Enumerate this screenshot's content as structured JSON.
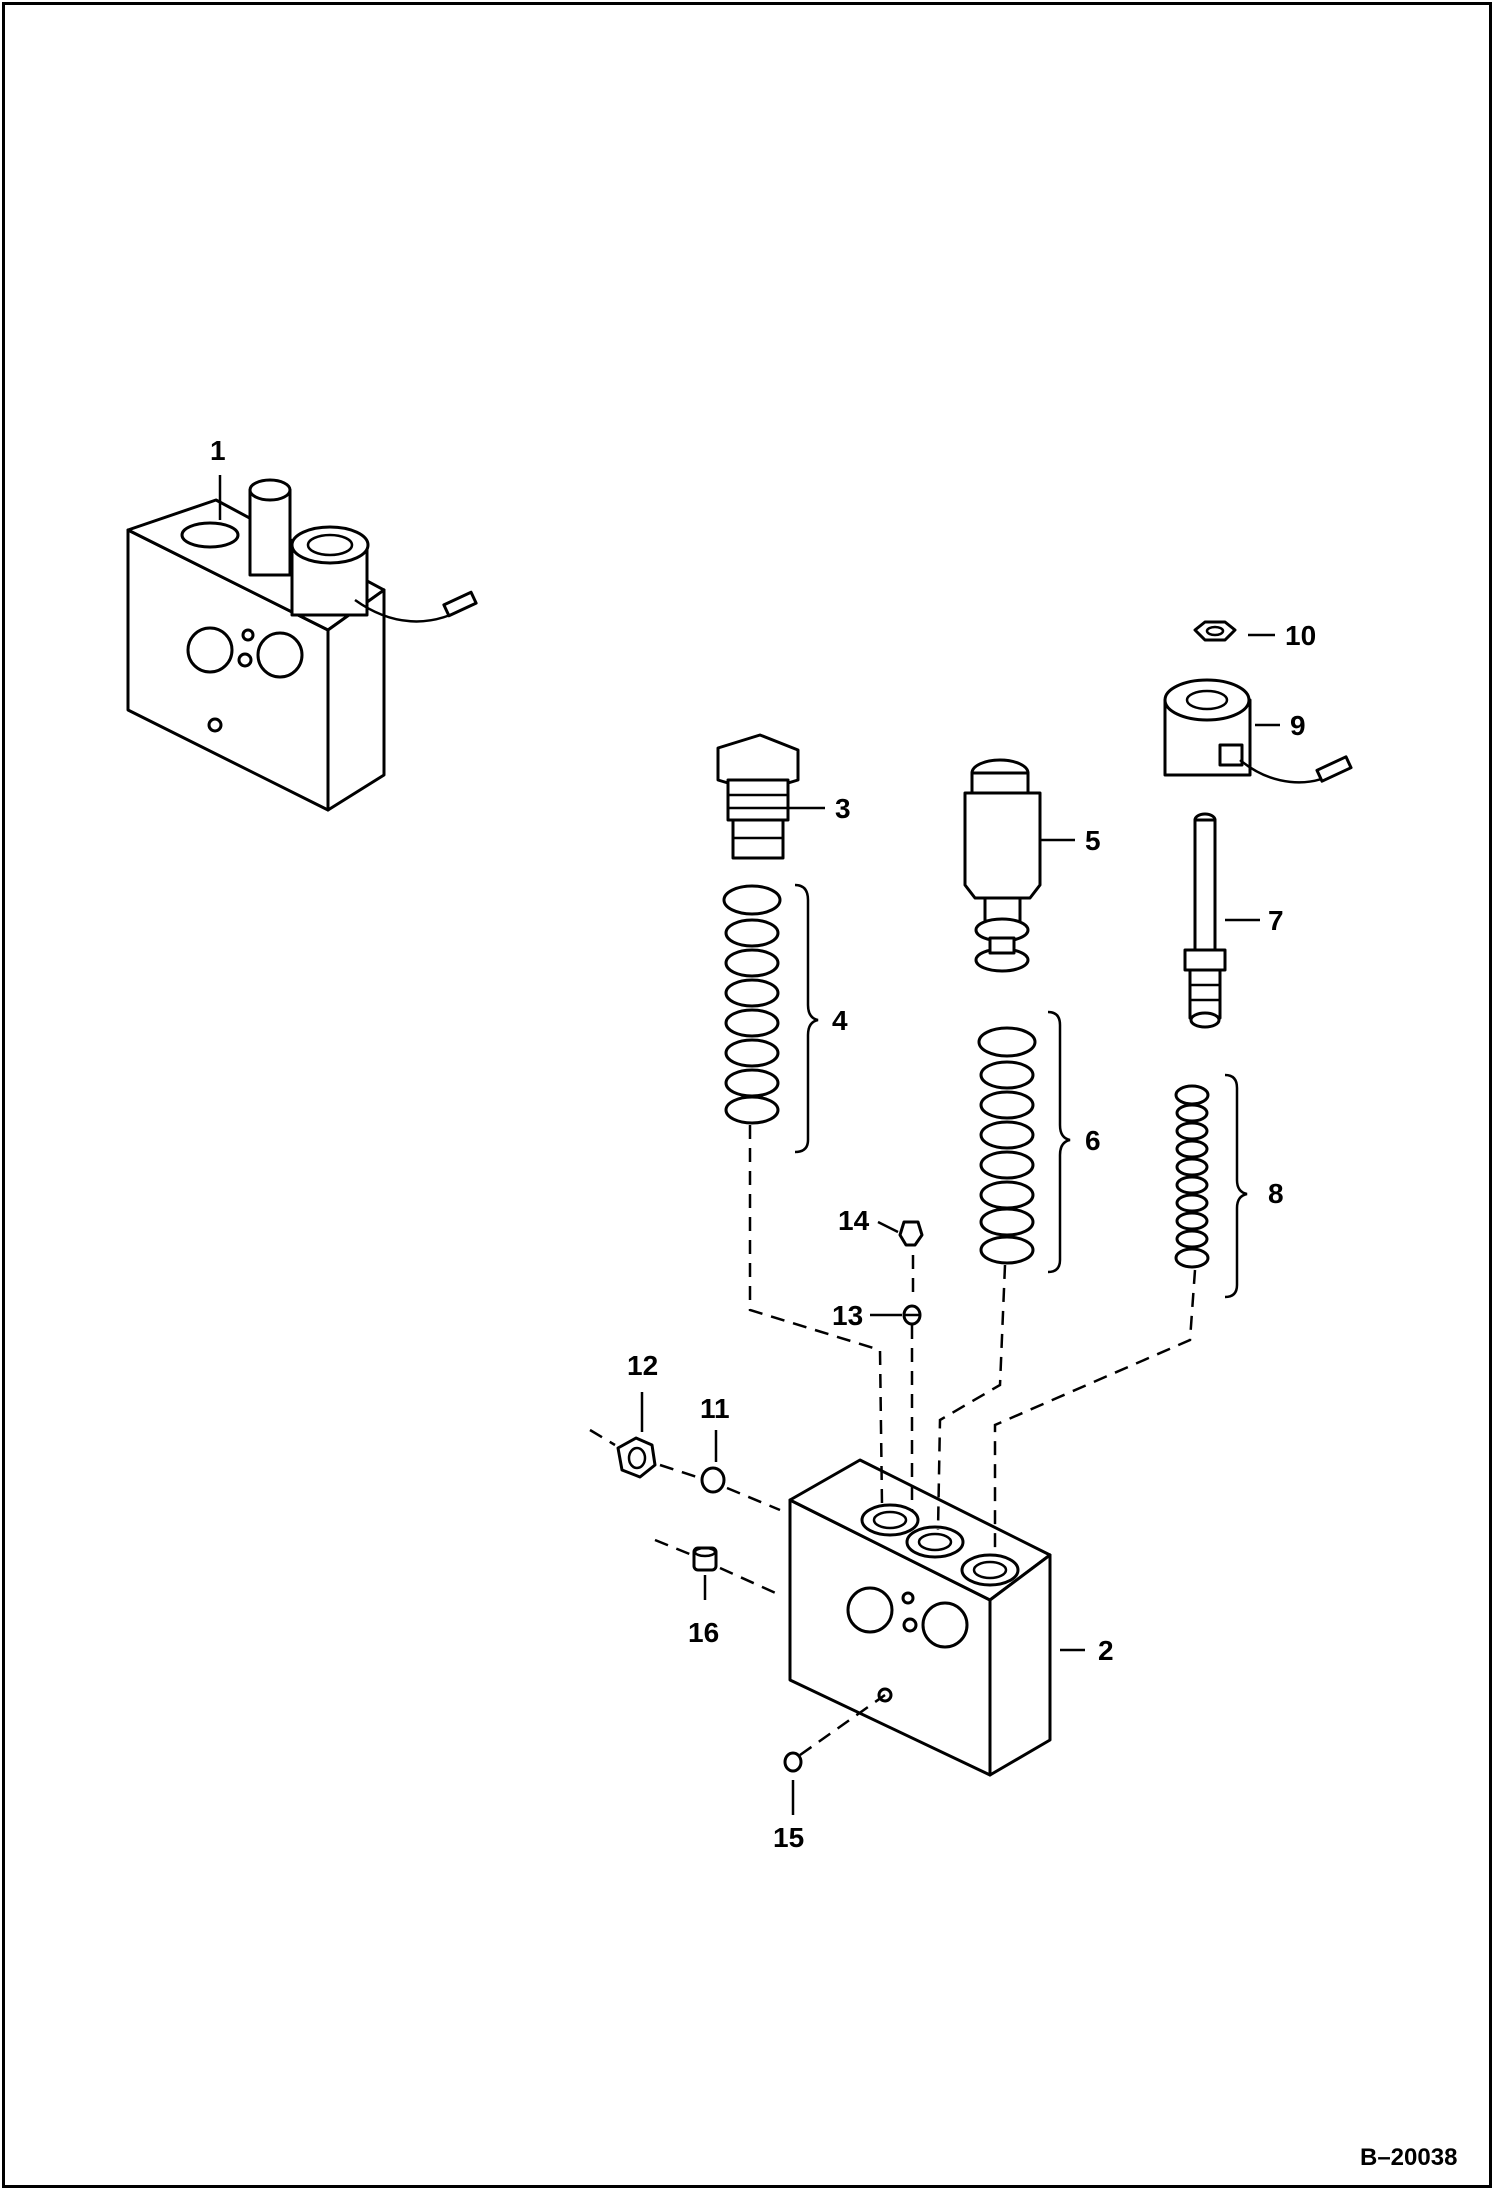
{
  "drawing": {
    "reference_number": "B–20038",
    "callouts": {
      "c1": "1",
      "c2": "2",
      "c3": "3",
      "c4": "4",
      "c5": "5",
      "c6": "6",
      "c7": "7",
      "c8": "8",
      "c9": "9",
      "c10": "10",
      "c11": "11",
      "c12": "12",
      "c13": "13",
      "c14": "14",
      "c15": "15",
      "c16": "16"
    }
  }
}
